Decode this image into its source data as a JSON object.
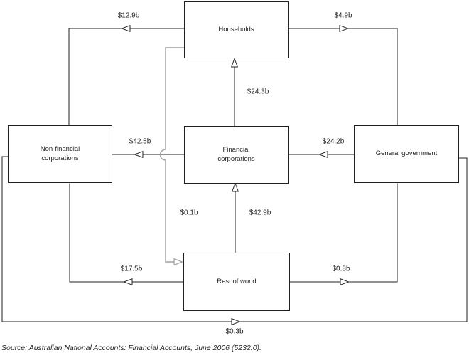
{
  "nodes": {
    "households": {
      "label": "Households"
    },
    "non_financial": {
      "label": "Non-financial corporations"
    },
    "financial": {
      "label": "Financial corporations"
    },
    "government": {
      "label": "General government"
    },
    "rest_of_world": {
      "label": "Rest of world"
    }
  },
  "flows": {
    "households_to_non_financial": {
      "from": "Households",
      "to": "Non-financial corporations",
      "label": "$12.9b"
    },
    "households_to_government": {
      "from": "Households",
      "to": "General government",
      "label": "$4.9b"
    },
    "financial_to_households": {
      "from": "Financial corporations",
      "to": "Households",
      "label": "$24.3b"
    },
    "financial_to_non_financial": {
      "from": "Financial corporations",
      "to": "Non-financial corporations",
      "label": "$42.5b"
    },
    "government_to_financial": {
      "from": "General government",
      "to": "Financial corporations",
      "label": "$24.2b"
    },
    "households_to_rest_of_world": {
      "from": "Households",
      "to": "Rest of world",
      "label": "$0.1b"
    },
    "rest_of_world_to_financial": {
      "from": "Rest of world",
      "to": "Financial corporations",
      "label": "$42.9b"
    },
    "rest_of_world_to_non_financial": {
      "from": "Rest of world",
      "to": "Non-financial corporations",
      "label": "$17.5b"
    },
    "rest_of_world_to_government": {
      "from": "Rest of world",
      "to": "General government",
      "label": "$0.8b"
    },
    "non_financial_to_government": {
      "from": "Non-financial corporations",
      "to": "General government",
      "label": "$0.3b"
    }
  },
  "source_note": "Source: Australian National Accounts: Financial Accounts, June 2006 (5232.0).",
  "colors": {
    "line": "#231f20",
    "gray_line": "#a0a0a2",
    "background": "#ffffff"
  }
}
